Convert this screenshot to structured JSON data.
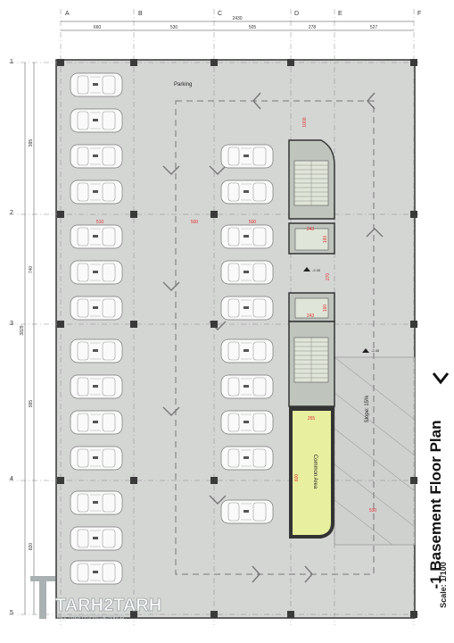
{
  "title": "-1 Basement Floor Plan",
  "scale": "Scale: 1/100",
  "watermark": {
    "brand": "TARH2TARH",
    "sub": "ALL RIGHTS RESERVED"
  },
  "grid_columns": [
    "A",
    "B",
    "C",
    "D",
    "E",
    "F"
  ],
  "grid_rows": [
    "1",
    "2",
    "3",
    "4",
    "5"
  ],
  "top_total_dim": "2430",
  "top_dims": [
    "660",
    "530",
    "505",
    "278",
    "527"
  ],
  "left_total_dim": "3829",
  "left_dims": [
    "995",
    "740",
    "995",
    "820"
  ],
  "labels": {
    "parking": "Parking",
    "common_area": "Common Area",
    "slope": "Slope: 15%"
  },
  "red_dims": [
    "510",
    "500",
    "500",
    "1000",
    "243",
    "160",
    "270",
    "243",
    "160",
    "265",
    "600",
    "530"
  ],
  "levels": [
    "-2.40",
    "-2.40"
  ],
  "colors": {
    "slab": "#d4d6d4",
    "column": "#3a3a3a",
    "common": "#e8f0a0",
    "red": "#e03030"
  }
}
